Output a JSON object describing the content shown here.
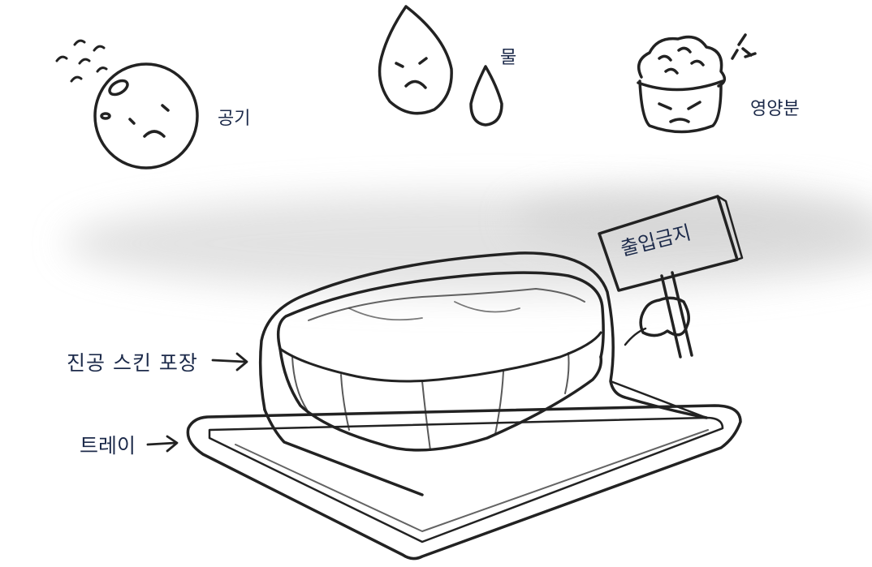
{
  "threats": {
    "air": "공기",
    "water": "물",
    "nutrient": "영양분"
  },
  "sign": {
    "text": "출입금지"
  },
  "labels": {
    "vacuum_skin_pack": "진공 스킨 포장",
    "tray": "트레이"
  },
  "colors": {
    "ink": "#222222",
    "label_text": "#1c2a4a",
    "smudge": "#cfcfcf"
  }
}
